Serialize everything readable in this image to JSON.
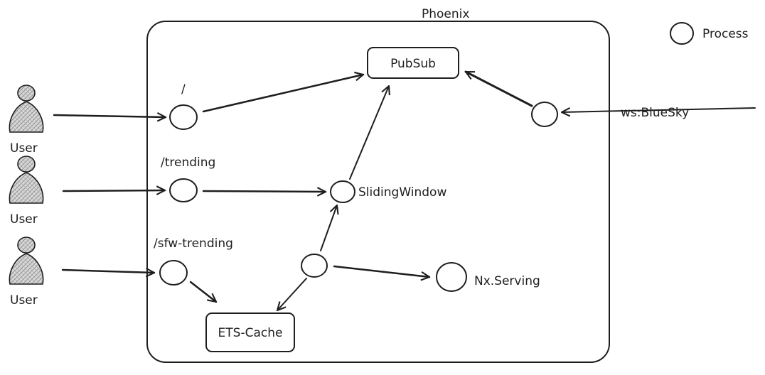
{
  "container": {
    "label": "Phoenix"
  },
  "legend": {
    "label": "Process"
  },
  "nodes": {
    "pubsub": "PubSub",
    "ets_cache": "ETS-Cache"
  },
  "labels": {
    "root_route": "/",
    "trending_route": "/trending",
    "sfw_trending_route": "/sfw-trending",
    "sliding_window": "SlidingWindow",
    "nx_serving": "Nx.Serving",
    "bluesky": "ws:BlueSky"
  },
  "users": [
    "User",
    "User",
    "User"
  ],
  "colors": {
    "stroke": "#1e1e1e",
    "user_fill": "#cfcfcf"
  }
}
